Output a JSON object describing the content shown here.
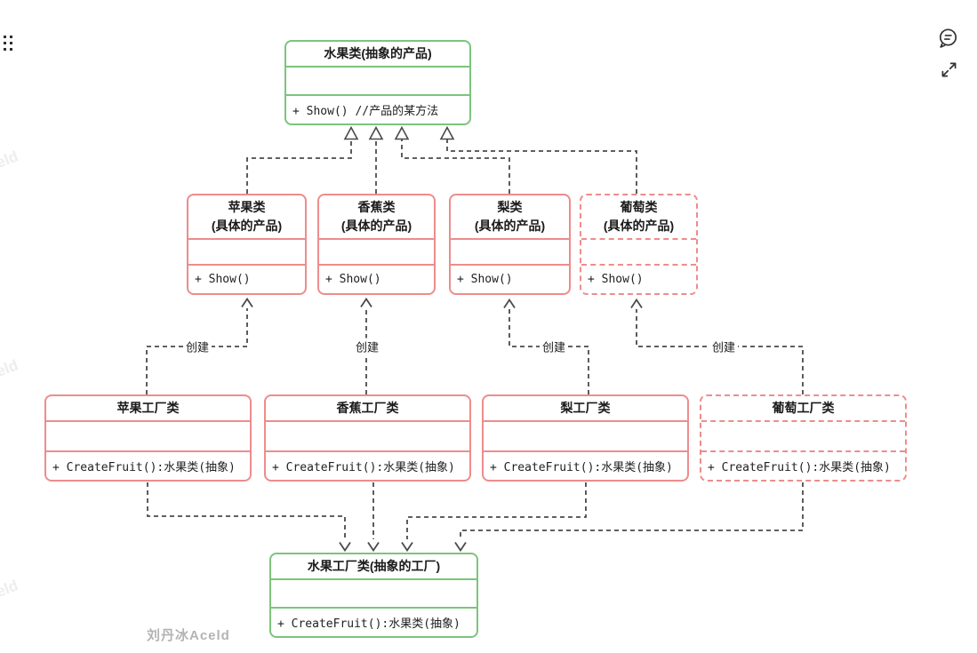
{
  "diagram": {
    "classes": {
      "abstract_product": {
        "title": "水果类(抽象的产品)",
        "method": "+ Show() //产品的某方法"
      },
      "apple_product": {
        "title": "苹果类",
        "subtitle": "(具体的产品)",
        "method": "+ Show()"
      },
      "banana_product": {
        "title": "香蕉类",
        "subtitle": "(具体的产品)",
        "method": "+ Show()"
      },
      "pear_product": {
        "title": "梨类",
        "subtitle": "(具体的产品)",
        "method": "+ Show()"
      },
      "grape_product": {
        "title": "葡萄类",
        "subtitle": "(具体的产品)",
        "method": "+ Show()"
      },
      "apple_factory": {
        "title": "苹果工厂类",
        "method": "+ CreateFruit():水果类(抽象)"
      },
      "banana_factory": {
        "title": "香蕉工厂类",
        "method": "+ CreateFruit():水果类(抽象)"
      },
      "pear_factory": {
        "title": "梨工厂类",
        "method": "+ CreateFruit():水果类(抽象)"
      },
      "grape_factory": {
        "title": "葡萄工厂类",
        "method": "+ CreateFruit():水果类(抽象)"
      },
      "abstract_factory": {
        "title": "水果工厂类(抽象的工厂)",
        "method": "+ CreateFruit():水果类(抽象)"
      }
    },
    "edge_labels": {
      "create": "创建"
    }
  },
  "watermark": {
    "main": "刘丹冰Aceld",
    "fragment": "eld"
  },
  "icons": {
    "grip": "grip-dots-icon",
    "comment": "comment-bubble-icon",
    "expand": "expand-icon"
  },
  "colors": {
    "green": "#7cc47c",
    "red": "#ee8c8c",
    "line": "#4a4a4a",
    "title_text": "#1a1a1a",
    "method_text": "#212121",
    "watermark": "#b3b3b3",
    "watermark_faint": "#ededed",
    "icon": "#333333"
  }
}
